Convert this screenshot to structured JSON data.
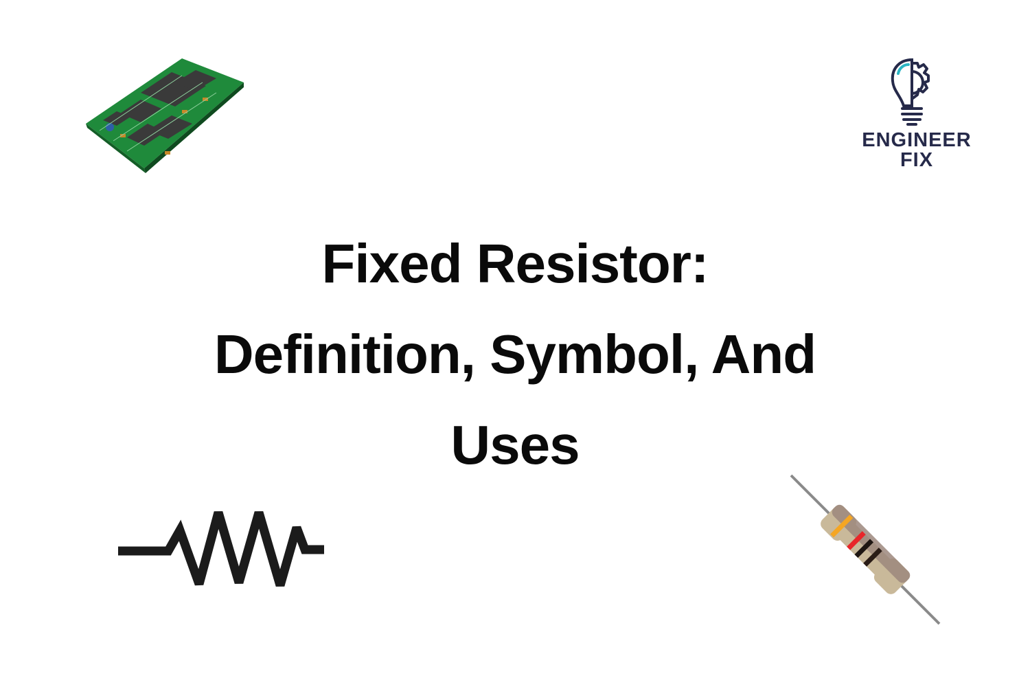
{
  "title": {
    "line1": "Fixed Resistor:",
    "line2": "Definition, Symbol, And",
    "line3": "Uses"
  },
  "logo": {
    "line1": "ENGINEER",
    "line2": "FIX",
    "color": "#262a4a",
    "accent": "#2bb5c4"
  },
  "resistor_bands": [
    "#f5a623",
    "#e8262a",
    "#1e1612",
    "#2a1c16"
  ]
}
